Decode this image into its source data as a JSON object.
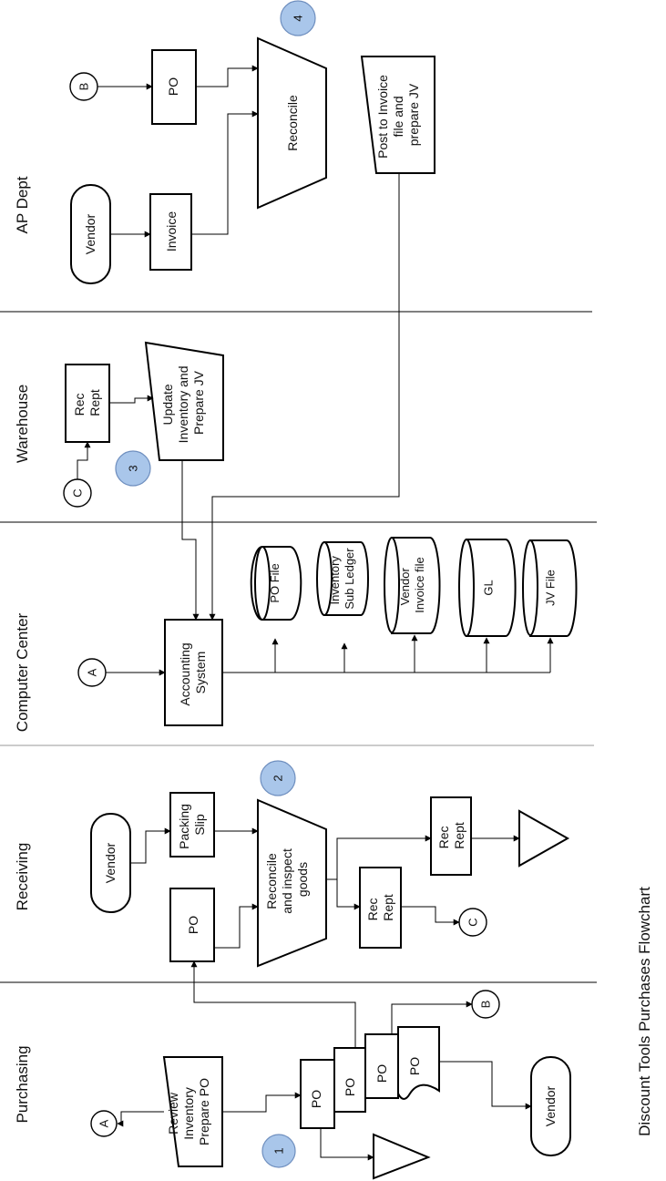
{
  "title": "Discount Tools Purchases Flowchart",
  "lanes": {
    "purchasing": "Purchasing",
    "receiving": "Receiving",
    "computer": "Computer Center",
    "warehouse": "Warehouse",
    "ap": "AP Dept"
  },
  "purchasing": {
    "review": [
      "Review",
      "Inventory",
      "Prepare PO"
    ],
    "po": "PO",
    "vendor": "Vendor",
    "connA": "A",
    "connB": "B",
    "step": "1"
  },
  "receiving": {
    "po": "PO",
    "vendor": "Vendor",
    "packing": [
      "Packing",
      "Slip"
    ],
    "reconcile": [
      "Reconcile",
      "and inspect",
      "goods"
    ],
    "rec": [
      "Rec",
      "Rept"
    ],
    "connC": "C",
    "step": "2"
  },
  "computer": {
    "connA": "A",
    "system": [
      "Accounting",
      "System"
    ],
    "files": {
      "po": [
        "PO File"
      ],
      "inventory": [
        "Inventory",
        "Sub Ledger"
      ],
      "vendor": [
        "Vendor",
        "Invoice file"
      ],
      "gl": [
        "GL"
      ],
      "jv": [
        "JV File"
      ]
    }
  },
  "warehouse": {
    "rec": [
      "Rec",
      "Rept"
    ],
    "update": [
      "Update",
      "Inventory  and",
      "Prepare JV"
    ],
    "connC": "C",
    "step": "3"
  },
  "ap": {
    "vendor": "Vendor",
    "invoice": "Invoice",
    "connB": "B",
    "po": "PO",
    "reconcile": "Reconcile",
    "post": [
      "Post to Invoice",
      "file and",
      "prepare JV"
    ],
    "step": "4"
  }
}
